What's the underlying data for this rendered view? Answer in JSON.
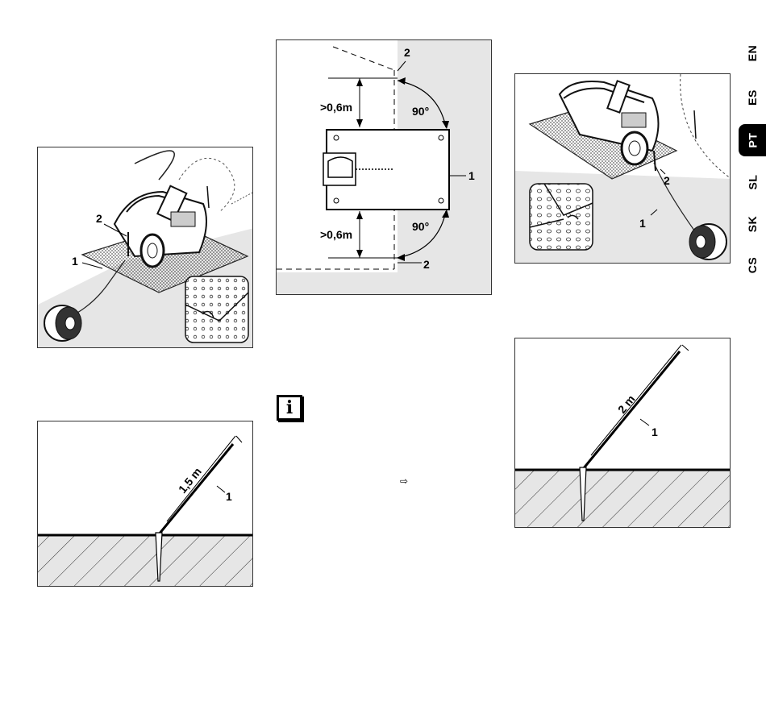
{
  "language_tabs": [
    {
      "code": "EN",
      "active": false
    },
    {
      "code": "ES",
      "active": false
    },
    {
      "code": "PT",
      "active": true
    },
    {
      "code": "SL",
      "active": false
    },
    {
      "code": "SK",
      "active": false
    },
    {
      "code": "CS",
      "active": false
    }
  ],
  "figures": {
    "mower_left": {
      "label_1": "1",
      "label_2": "2"
    },
    "stake_15": {
      "distance": "1,5 m",
      "label_1": "1"
    },
    "dock_plan": {
      "label_1": "1",
      "label_2_top": "2",
      "label_2_bottom": "2",
      "clearance_top": ">0,6m",
      "clearance_bottom": ">0,6m",
      "angle_top": "90°",
      "angle_bottom": "90°"
    },
    "mower_right": {
      "label_1": "1",
      "label_2": "2"
    },
    "stake_2": {
      "distance": "2 m",
      "label_1": "1"
    }
  },
  "info_note": {
    "icon": "info-icon",
    "glyph": "i"
  },
  "reference_arrow": {
    "icon": "arrow-right-icon",
    "glyph": "⇨"
  }
}
